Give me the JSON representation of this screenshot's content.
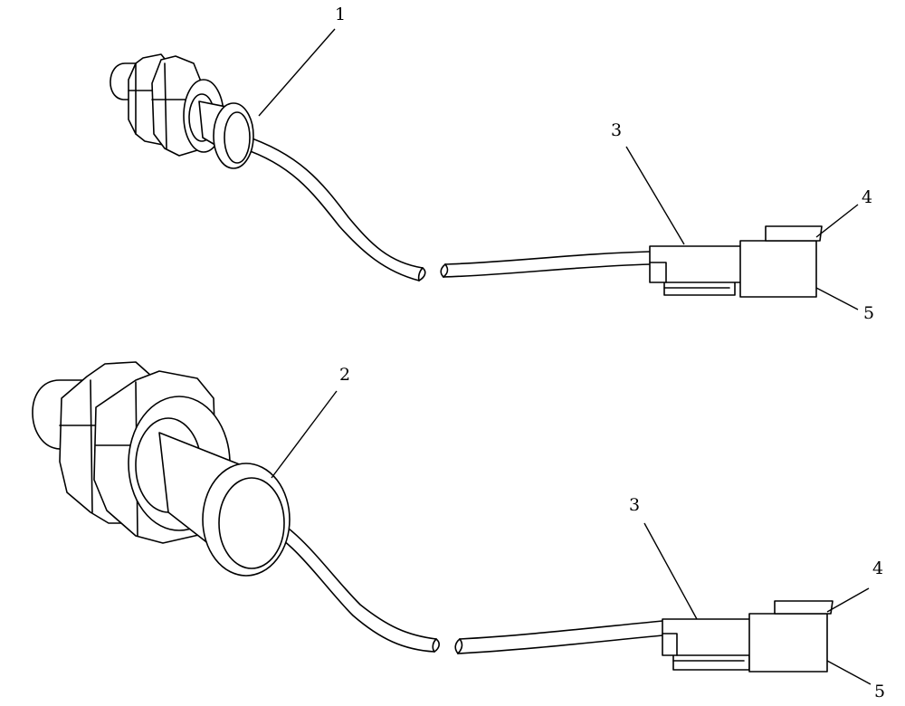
{
  "callouts": {
    "top_sensor": "1",
    "bottom_sensor": "2",
    "top_connector_body": "3",
    "top_connector_latch": "4",
    "top_connector_base": "5",
    "bottom_connector_body": "3",
    "bottom_connector_latch": "4",
    "bottom_connector_base": "5"
  }
}
